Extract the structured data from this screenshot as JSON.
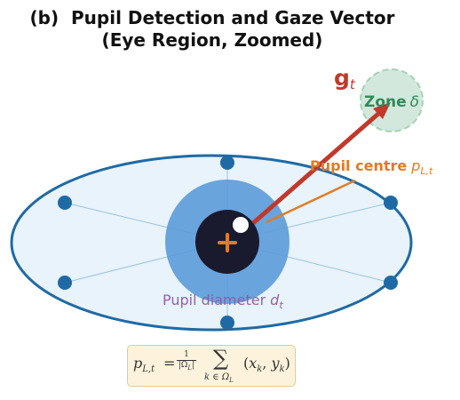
{
  "title": {
    "line1": "(b)  Pupil Detection and Gaze Vector",
    "line2": "(Eye Region, Zoomed)"
  },
  "labels": {
    "gaze_symbol": "g",
    "gaze_subscript": "t",
    "zone_label": "Zone",
    "zone_symbol": "δ",
    "pupil_centre_label": "Pupil centre",
    "pupil_centre_symbol": "p",
    "pupil_centre_subscript": "L,t",
    "pupil_diameter_label": "Pupil diameter",
    "pupil_diameter_symbol": "d",
    "pupil_diameter_subscript": "t"
  },
  "formula": {
    "lhs": "p",
    "lhs_sub": "L,t",
    "equals": "=",
    "frac_num": "1",
    "frac_den": "|Ω",
    "frac_den_sub": "L",
    "frac_den_end": "|",
    "sigma": "∑",
    "sum_index": "k ∈ Ω",
    "sum_index_sub": "L",
    "rhs_open": "(",
    "rhs_x": "x",
    "rhs_k1": "k",
    "rhs_comma": ", ",
    "rhs_y": "y",
    "rhs_k2": "k",
    "rhs_close": ")"
  },
  "colors": {
    "eye_outline": "#1f6aa5",
    "eye_fill": "#e8f3fc",
    "landmark": "#1f6aa5",
    "iris": "#5b9bd9",
    "pupil": "#1a1a2e",
    "centre_marker": "#e07b26",
    "gaze_arrow": "#c0392b",
    "zone_fill": "#d2e8dc",
    "zone_border": "#a6d1b6",
    "zone_text": "#2e8b57",
    "pupil_centre_text": "#e07b26",
    "diameter_text": "#8e5ba6"
  }
}
